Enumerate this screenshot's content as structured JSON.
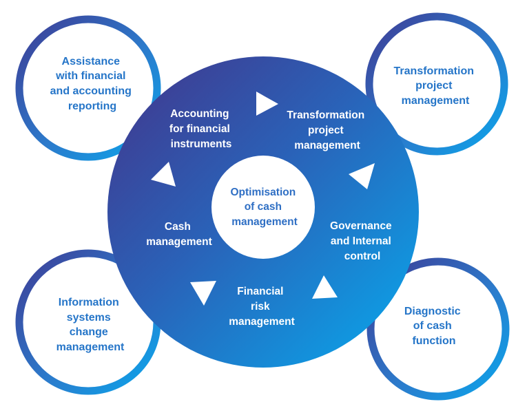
{
  "colors": {
    "gradient_dark": "#3f3f96",
    "gradient_mid": "#2a6dc0",
    "gradient_light": "#0aa6ec",
    "corner_text": "#2575c8",
    "center_text": "#2f6fc4",
    "ring_text": "#ffffff",
    "background": "#ffffff"
  },
  "center": {
    "lines": [
      "Optimisation",
      "of cash",
      "management"
    ]
  },
  "ring_labels": [
    {
      "id": "accounting",
      "lines": [
        "Accounting",
        "for financial",
        "instruments"
      ]
    },
    {
      "id": "transformation",
      "lines": [
        "Transformation",
        "project",
        "management"
      ]
    },
    {
      "id": "governance",
      "lines": [
        "Governance",
        "and Internal",
        "control"
      ]
    },
    {
      "id": "risk",
      "lines": [
        "Financial",
        "risk",
        "management"
      ]
    },
    {
      "id": "cash",
      "lines": [
        "Cash",
        "management"
      ]
    }
  ],
  "corner_circles": [
    {
      "id": "assistance",
      "lines": [
        "Assistance",
        "with financial",
        "and accounting",
        "reporting"
      ]
    },
    {
      "id": "transformation",
      "lines": [
        "Transformation",
        "project",
        "management"
      ]
    },
    {
      "id": "information-systems",
      "lines": [
        "Information",
        "systems",
        "change",
        "management"
      ]
    },
    {
      "id": "diagnostic",
      "lines": [
        "Diagnostic",
        "of cash",
        "function"
      ]
    }
  ],
  "arrows": [
    {
      "id": "arrow-accounting-to-transformation",
      "icon": "triangle-arrow-icon"
    },
    {
      "id": "arrow-transformation-to-governance",
      "icon": "triangle-arrow-icon"
    },
    {
      "id": "arrow-governance-to-risk",
      "icon": "triangle-arrow-icon"
    },
    {
      "id": "arrow-risk-to-cash",
      "icon": "triangle-arrow-icon"
    },
    {
      "id": "arrow-cash-to-accounting",
      "icon": "triangle-arrow-icon"
    }
  ]
}
